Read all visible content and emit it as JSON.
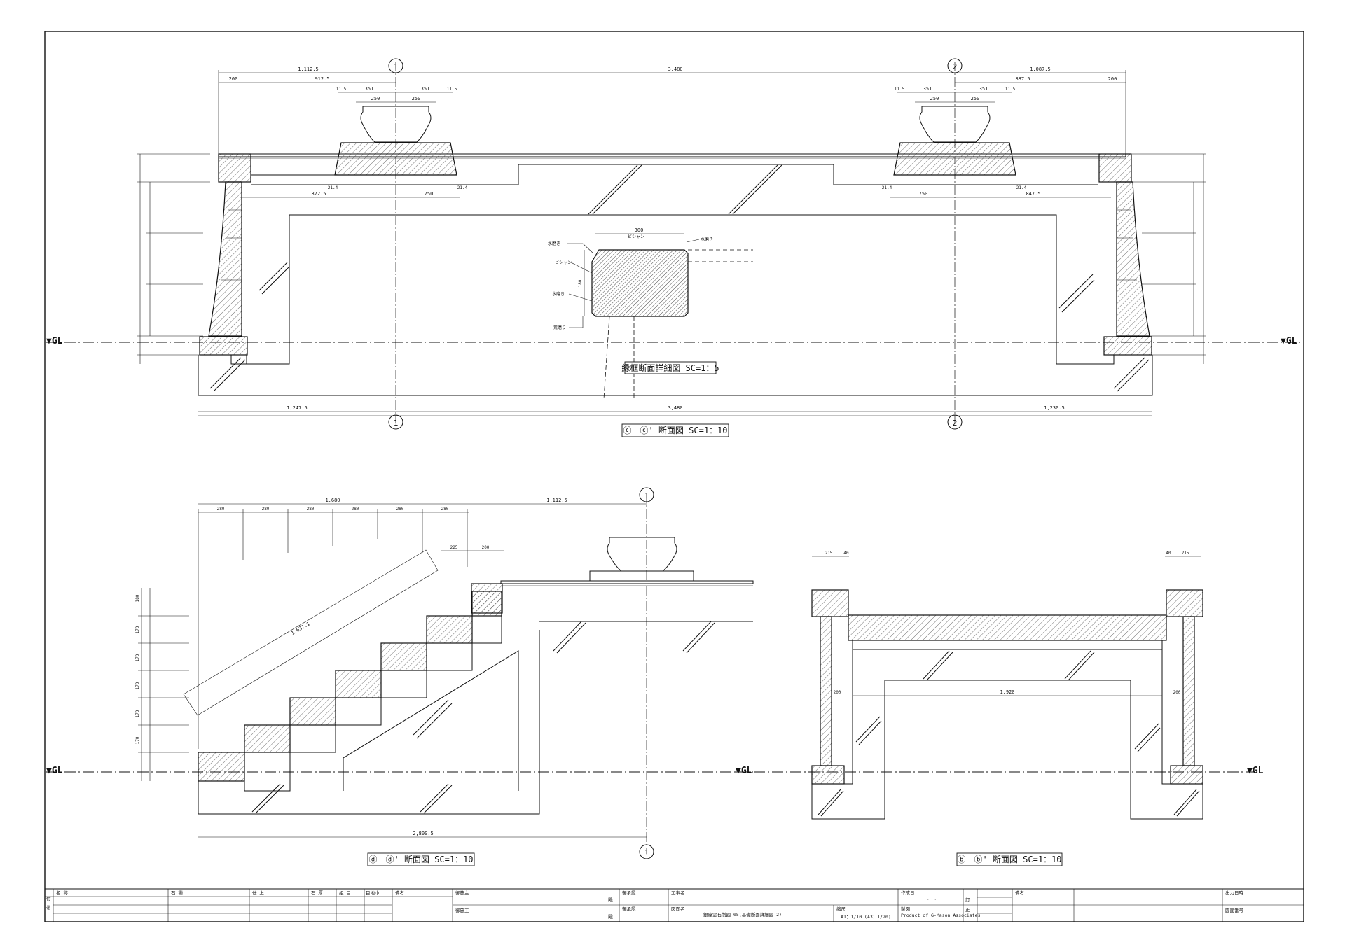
{
  "sections": {
    "cc": {
      "title": "ⓒ－ⓒ' 断面図 SC=1：10",
      "grid_1": "1",
      "grid_2": "2",
      "top_dims": [
        "1,112.5",
        "3,480",
        "1,087.5"
      ],
      "sub_dims_left": [
        "200",
        "912.5"
      ],
      "sub_dims_right": [
        "887.5",
        "200"
      ],
      "urn_dims": [
        "11.5",
        "351",
        "351",
        "11.5",
        "250",
        "250"
      ],
      "inner_dims": [
        "872.5",
        "750",
        "750",
        "847.5"
      ],
      "small_dims": [
        "21.4",
        "21.4",
        "21.4",
        "21.4"
      ],
      "bottom_dims": [
        "1,247.5",
        "3,480",
        "1,230.5"
      ],
      "gl_label": "▼GL"
    },
    "detail": {
      "title": "縁框断面詳細図 SC=1：5",
      "width_dim": "300",
      "height_dim": "180",
      "labels": {
        "water_top_left": "水磨き",
        "water_top_right": "水磨き",
        "water_side": "水磨き",
        "bishan_top": "ビシャン",
        "bishan_side": "ビシャン",
        "rough": "荒磨り"
      }
    },
    "dd": {
      "title": "ⓓ－ⓓ' 断面図 SC=1：10",
      "grid_1": "1",
      "top_dims": [
        "1,680",
        "1,112.5"
      ],
      "tread_dims": [
        "280",
        "280",
        "280",
        "280",
        "280",
        "280"
      ],
      "landing_dims": [
        "225",
        "200"
      ],
      "slope_dim": "1,637.1",
      "riser_dims": [
        "180",
        "170",
        "170",
        "170",
        "170",
        "170"
      ],
      "bottom_dim": "2,800.5",
      "gl_label": "▼GL"
    },
    "bb": {
      "title": "ⓑ－ⓑ' 断面図 SC=1：10",
      "top_dims": [
        "215",
        "40",
        "40",
        "215"
      ],
      "span_dim": "1,920",
      "post_dims": [
        "200",
        "200"
      ],
      "gl_label": "▼GL"
    }
  },
  "title_block": {
    "headers": [
      "名 称",
      "石 種",
      "仕 上",
      "石 厚",
      "組 目",
      "目地巾",
      "備考"
    ],
    "side_labels": [
      "付",
      "帯"
    ],
    "client_label": "御施主",
    "builder_label": "御施工",
    "honorific": "殿",
    "sales_label": "御承認",
    "site_label": "御承認",
    "project_label": "工事名",
    "drawing_name_label": "図面名",
    "drawing_name": "銀座霊石制図-05(基礎断面詳細図-2)",
    "scale_label": "縮尺",
    "scale_value": "A1：1/10 (A3：1/20)",
    "date_label": "作成日",
    "date_value": "・ ・",
    "producer_label": "製図",
    "producer_value": "Product of G-Mason Associates",
    "rev_labels": [
      "訂",
      "正"
    ],
    "remarks_label": "備考",
    "output_date_label": "出力日時",
    "drawing_no_label": "図面番号"
  }
}
